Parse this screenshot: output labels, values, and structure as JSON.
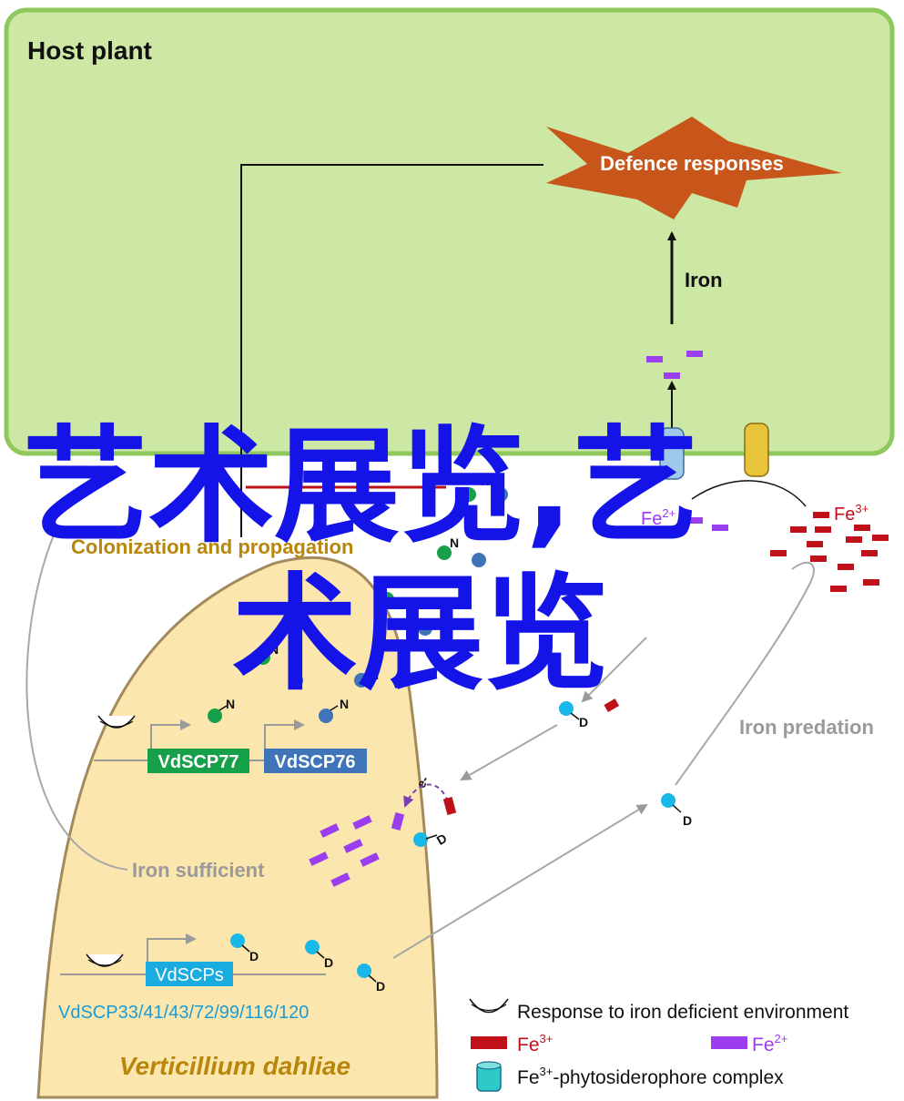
{
  "host_plant": {
    "title": "Host plant",
    "defence": "Defence responses",
    "iron_arrow_label": "Iron"
  },
  "colonization": "Colonization and propagation",
  "fungus": {
    "name": "Verticillium dahliae",
    "gene_77": "VdSCP77",
    "gene_76": "VdSCP76",
    "genes_group": "VdSCPs",
    "genes_list": "VdSCP33/41/43/72/99/116/120",
    "iron_sufficient": "Iron sufficient"
  },
  "iron_predation": "Iron predation",
  "fe2": {
    "base": "Fe",
    "sup": "2+"
  },
  "fe3": {
    "base": "Fe",
    "sup": "3+"
  },
  "marks": {
    "n": "N",
    "d": "D",
    "electron": "e-"
  },
  "legend": {
    "response": "Response to iron deficient environment",
    "fe3_base": "Fe",
    "fe3_sup": "3+",
    "fe2_base": "Fe",
    "fe2_sup": "2+",
    "complex_base": "Fe",
    "complex_sup": "3+",
    "complex_rest": "-phytosiderophore complex"
  },
  "watermark": {
    "line1": "艺术展览,艺",
    "line2": "术展览"
  },
  "colors": {
    "plant_fill": "#cde8a4",
    "plant_border": "#8fc85c",
    "fungus_fill": "#fbe6ad",
    "fungus_border": "#a3895c",
    "starburst": "#c8561a",
    "fe3": "#c0101a",
    "fe2": "#9a3ef0",
    "gene_green": "#16a04a",
    "gene_blue": "#3f74b8",
    "gene_cyan": "#1aace0",
    "cyan_text": "#1a9cd8",
    "fungus_title": "#b8860b",
    "watermark": "#1414e8"
  }
}
